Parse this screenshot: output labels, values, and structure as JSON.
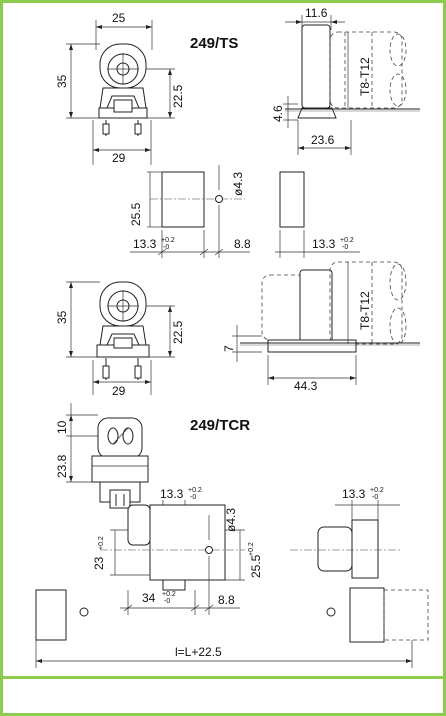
{
  "titles": {
    "ts": "249/TS",
    "tcr": "249/TCR"
  },
  "dims": {
    "ts_width": "25",
    "ts_height": "35",
    "ts_center": "22.5",
    "ts_base": "29",
    "side_top": "11.6",
    "tube": "T8-T12",
    "side_offset": "4.6",
    "side_base": "23.6",
    "hole_dia": "ø4.3",
    "hole_h": "25.5",
    "hole_w": "13.3",
    "pitch": "8.8",
    "tol_plus": "+0.2",
    "tol_minus": "-0",
    "ts2_height": "35",
    "ts2_center": "22.5",
    "ts2_base": "29",
    "side2_offset": "7",
    "side2_base": "44.3",
    "tcr_top": "10",
    "tcr_height": "23.8",
    "tcr_w": "13.3",
    "tcr_dia": "ø4.3",
    "tcr_side_h": "23",
    "tcr_h": "25.5",
    "tcr_len": "34",
    "tcr_pitch": "8.8",
    "tcr_w2": "13.3",
    "length_formula": "l=L+22.5"
  }
}
